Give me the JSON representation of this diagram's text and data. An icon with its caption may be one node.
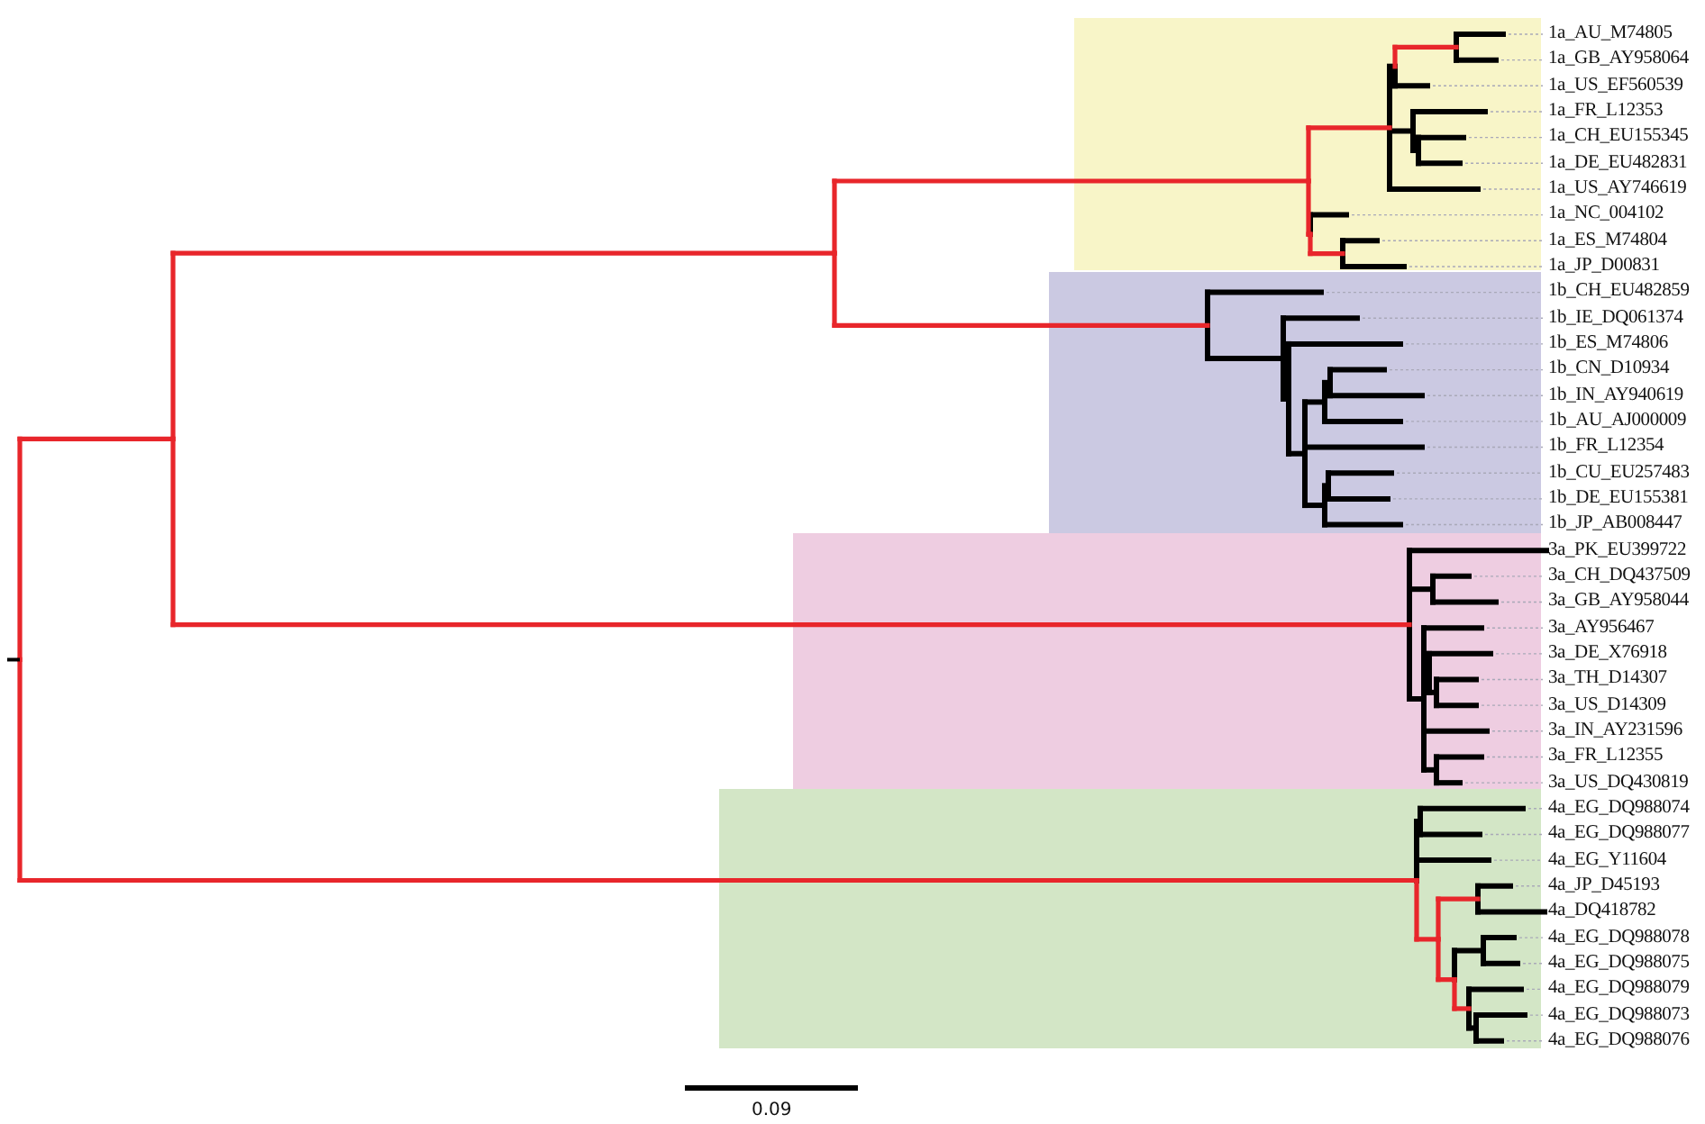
{
  "diagram": {
    "labels": [
      "1a_AU_M74805",
      "1a_GB_AY958064",
      "1a_US_EF560539",
      "1a_FR_L12353",
      "1a_CH_EU155345",
      "1a_DE_EU482831",
      "1a_US_AY746619",
      "1a_NC_004102",
      "1a_ES_M74804",
      "1a_JP_D00831",
      "1b_CH_EU482859",
      "1b_IE_DQ061374",
      "1b_ES_M74806",
      "1b_CN_D10934",
      "1b_IN_AY940619",
      "1b_AU_AJ000009",
      "1b_FR_L12354",
      "1b_CU_EU257483",
      "1b_DE_EU155381",
      "1b_JP_AB008447",
      "3a_PK_EU399722",
      "3a_CH_DQ437509",
      "3a_GB_AY958044",
      "3a_AY956467",
      "3a_DE_X76918",
      "3a_TH_D14307",
      "3a_US_D14309",
      "3a_IN_AY231596",
      "3a_FR_L12355",
      "3a_US_DQ430819",
      "4a_EG_DQ988074",
      "4a_EG_DQ988077",
      "4a_EG_Y11604",
      "4a_JP_D45193",
      "4a_DQ418782",
      "4a_EG_DQ988078",
      "4a_EG_DQ988075",
      "4a_EG_DQ988079",
      "4a_EG_DQ988073",
      "4a_EG_DQ988076",
      "0.09"
    ]
  }
}
